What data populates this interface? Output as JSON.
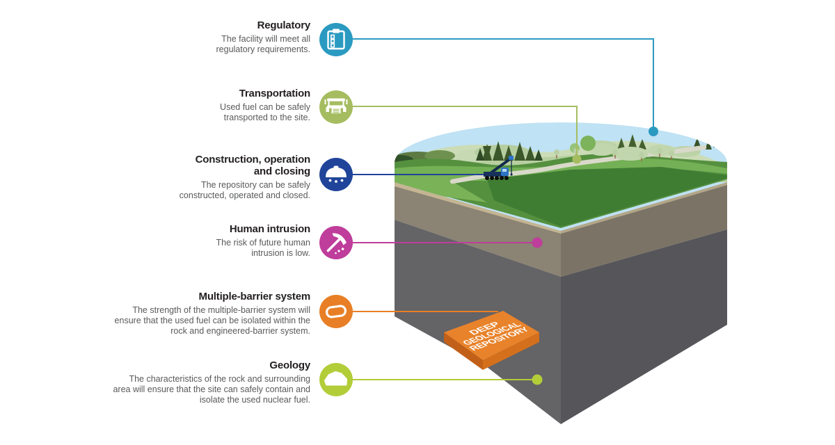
{
  "items": [
    {
      "id": "regulatory",
      "title": "Regulatory",
      "description": "The facility will meet all regulatory requirements.",
      "color": "#2a9ac1",
      "icon": "clipboard-icon"
    },
    {
      "id": "transportation",
      "title": "Transportation",
      "description": "Used fuel can be safely transported to the site.",
      "color": "#a5bd60",
      "icon": "truck-icon"
    },
    {
      "id": "construction",
      "title": "Construction, operation and closing",
      "description": "The repository can be safely constructed, operated and closed.",
      "color": "#20449a",
      "icon": "hard-hat-icon"
    },
    {
      "id": "human-intrusion",
      "title": "Human intrusion",
      "description": "The risk of future human intrusion is low.",
      "color": "#bf3d9b",
      "icon": "pickaxe-icon"
    },
    {
      "id": "multiple-barrier",
      "title": "Multiple-barrier system",
      "description": "The strength of the multiple-barrier system will ensure that the used fuel can be isolated within the rock and engineered-barrier system.",
      "color": "#e87f26",
      "icon": "container-icon"
    },
    {
      "id": "geology",
      "title": "Geology",
      "description": "The characteristics of the rock and surrounding area will ensure that the site can safely contain and isolate the used nuclear fuel.",
      "color": "#b3cd39",
      "icon": "rock-icon"
    }
  ],
  "repository_label": {
    "line1": "DEEP",
    "line2": "GEOLOGICAL",
    "line3": "REPOSITORY"
  },
  "scene_colors": {
    "sky": "#bfe2f4",
    "grass": "#55903f",
    "soil_tan": "#c4b593",
    "upper_rock_left": "#8b8373",
    "upper_rock_right": "#7b7466",
    "deep_rock_left": "#646366",
    "deep_rock_right": "#565559",
    "repository_orange": "#e8832b"
  }
}
